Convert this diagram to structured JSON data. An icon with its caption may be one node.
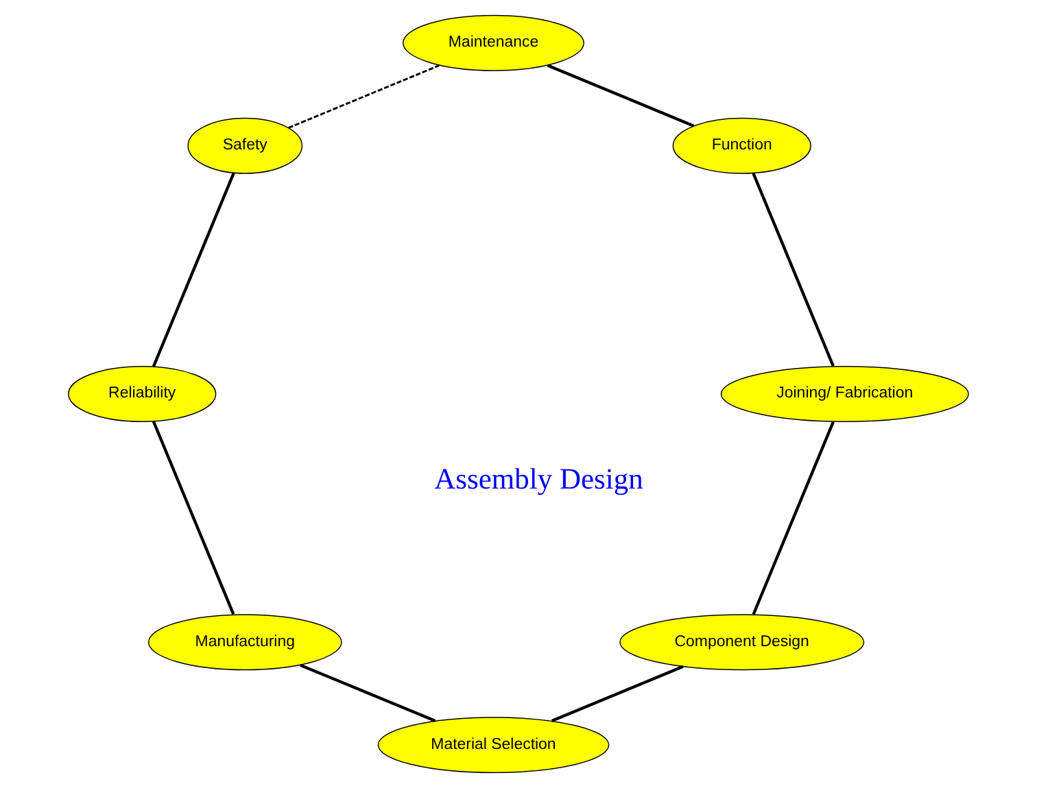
{
  "diagram": {
    "nodes": [
      {
        "text": [
          "Component Design"
        ]
      },
      {
        "text": [
          "Material Selection"
        ]
      },
      {
        "text": [
          "Manufacturing"
        ]
      },
      {
        "text": [
          "Reliability"
        ]
      },
      {
        "text": [
          "Safety"
        ]
      },
      {
        "text": [
          "Maintenance"
        ]
      },
      {
        "text": [
          "Function"
        ]
      },
      {
        "text": [
          "Joining/ Fabrication"
        ]
      }
    ],
    "edges": [
      {
        "from": 0,
        "to": 1,
        "arrow": "none"
      },
      {
        "from": 1,
        "to": 2,
        "arrow": "none"
      },
      {
        "from": 2,
        "to": 3,
        "arrow": "none"
      },
      {
        "from": 3,
        "to": 4,
        "arrow": "none"
      },
      {
        "from": 4,
        "to": 5,
        "arrow": "none",
        "style": "dashed"
      },
      {
        "from": 5,
        "to": 6,
        "arrow": "none"
      },
      {
        "from": 6,
        "to": 7,
        "arrow": "none"
      },
      {
        "from": 7,
        "to": 0,
        "arrow": "none"
      }
    ],
    "labels": [
      "Assembly Design"
    ]
  }
}
